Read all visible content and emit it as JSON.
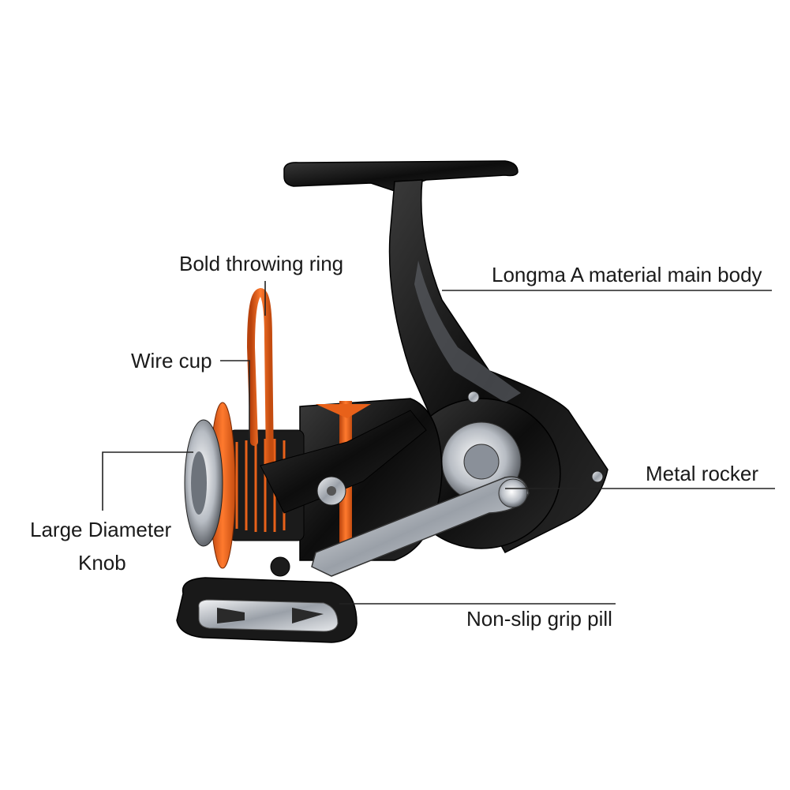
{
  "callouts": {
    "throwing_ring": "Bold throwing ring",
    "main_body": "Longma A material main body",
    "wire_cup": "Wire cup",
    "metal_rocker": "Metal rocker",
    "knob_line1": "Large Diameter",
    "knob_line2": "Knob",
    "grip": "Non-slip grip pill"
  },
  "colors": {
    "background": "#ffffff",
    "body": "#141414",
    "accent_orange": "#e8611a",
    "metal": "#c9ccd1",
    "text": "#1a1a1a"
  }
}
